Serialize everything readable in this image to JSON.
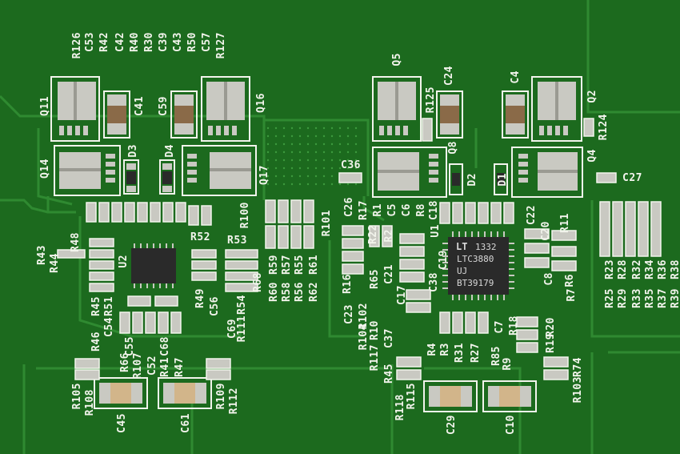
{
  "colors": {
    "board": "#1c6a1e",
    "trace": "#2f8a31",
    "silk": "#f2f4ec",
    "pad": "#c9c9c2",
    "chip": "#2a2a2a"
  },
  "chip_u1": {
    "line1": "1332",
    "line2": "LTC3880",
    "line3": "UJ",
    "line4": "BT39179",
    "logo": "LT"
  },
  "labels": {
    "top_left_cluster": [
      "R126",
      "C53",
      "R42",
      "C42",
      "R40",
      "R30",
      "C39",
      "C43",
      "R50",
      "C57",
      "R127"
    ],
    "q5": "Q5",
    "r125": "R125",
    "c24": "C24",
    "c4": "C4",
    "q2": "Q2",
    "r124": "R124",
    "q11": "Q11",
    "c41": "C41",
    "c59": "C59",
    "q16": "Q16",
    "q14": "Q14",
    "d3": "D3",
    "d4": "D4",
    "q17": "Q17",
    "c36": "C36",
    "q8": "Q8",
    "d2": "D2",
    "d1": "D1",
    "q4": "Q4",
    "c27": "C27",
    "r100": "R100",
    "r101": "R101",
    "c26": "C26",
    "r17": "R17",
    "r1": "R1",
    "c5": "C5",
    "c6": "C6",
    "r8": "R8",
    "c18": "C18",
    "c22": "C22",
    "r11": "R11",
    "c20": "C20",
    "r48": "R48",
    "r52": "R52",
    "r53": "R53",
    "r43": "R43",
    "r44": "R44",
    "u2": "U2",
    "r22": "R22",
    "r2": "R2",
    "u1": "U1",
    "r59": "R59",
    "r57": "R57",
    "r55": "R55",
    "r61": "R61",
    "r60": "R60",
    "r58": "R58",
    "r56": "R56",
    "r62": "R62",
    "r68": "R68",
    "r16": "R16",
    "r65": "R65",
    "c21": "C21",
    "c17": "C17",
    "c38": "C38",
    "c19": "C19",
    "c8": "C8",
    "r6": "R6",
    "r7": "R7",
    "r49": "R49",
    "c56": "C56",
    "r45": "R45",
    "r51": "R51",
    "r54": "R54",
    "c23": "C23",
    "r102": "R102",
    "c54": "C54",
    "c69": "C69",
    "r111": "R111",
    "r23": "R23",
    "r28": "R28",
    "r32": "R32",
    "r34": "R34",
    "r36": "R36",
    "r38": "R38",
    "r25": "R25",
    "r29": "R29",
    "r33": "R33",
    "r35": "R35",
    "r37": "R37",
    "r39": "R39",
    "c37": "C37",
    "r104": "R104",
    "r10": "R10",
    "c7": "C7",
    "r18": "R18",
    "r20": "R20",
    "r19": "R19",
    "r46": "R46",
    "c55": "C55",
    "c68": "C68",
    "r117": "R117",
    "r4": "R4",
    "r3": "R3",
    "r31": "R31",
    "r27": "R27",
    "r85": "R85",
    "r9": "R9",
    "r74": "R74",
    "r66": "R66",
    "r107": "R107",
    "c52": "C52",
    "r41": "R41",
    "r47": "R47",
    "r103": "R103",
    "r105": "R105",
    "r109": "R109",
    "r45b": "R45",
    "r115": "R115",
    "r108": "R108",
    "r112": "R112",
    "r118": "R118",
    "c45": "C45",
    "c61": "C61",
    "c29": "C29",
    "c10": "C10"
  }
}
